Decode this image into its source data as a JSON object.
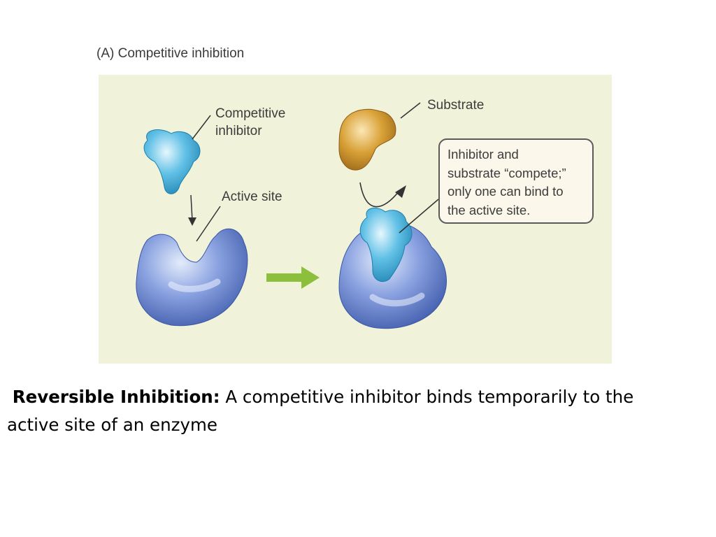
{
  "figure": {
    "title": "(A)  Competitive inhibition",
    "labels": {
      "competitive_inhibitor": [
        "Competitive",
        "inhibitor"
      ],
      "active_site": "Active site",
      "substrate": "Substrate"
    },
    "callout_lines": [
      "Inhibitor and",
      "substrate “compete;”",
      "only one can bind to",
      "the active site."
    ],
    "colors": {
      "background": "#f0f3d9",
      "enzyme": "#5b78c8",
      "inhibitor": "#3aa6d4",
      "substrate": "#d49a2a",
      "arrow": "#8cbf3c"
    }
  },
  "caption": {
    "term": "Reversible Inhibition:",
    "text_line1": " A competitive inhibitor binds temporarily to the",
    "text_line2": "active site of an enzyme"
  }
}
